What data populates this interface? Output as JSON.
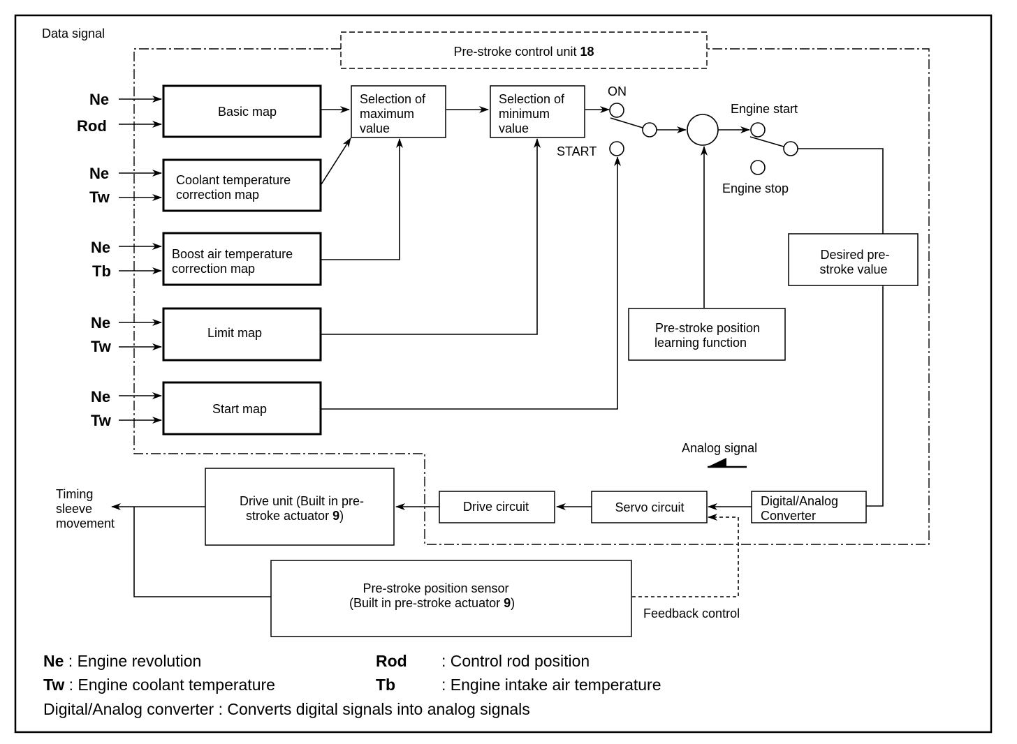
{
  "labels": {
    "data_signal": "Data signal",
    "control_unit": "Pre-stroke control unit",
    "control_unit_num": "18",
    "analog_signal": "Analog signal",
    "feedback": "Feedback control",
    "timing": [
      "Timing",
      "sleeve",
      "movement"
    ],
    "switch_on": "ON",
    "switch_start": "START",
    "engine_start": "Engine start",
    "engine_stop": "Engine stop"
  },
  "inputs": {
    "basic": [
      "Ne",
      "Rod"
    ],
    "coolant": [
      "Ne",
      "Tw"
    ],
    "boost": [
      "Ne",
      "Tb"
    ],
    "limit": [
      "Ne",
      "Tw"
    ],
    "start": [
      "Ne",
      "Tw"
    ]
  },
  "blocks": {
    "basic_map": [
      "Basic map"
    ],
    "coolant_map": [
      "Coolant temperature",
      "correction map"
    ],
    "boost_map": [
      "Boost air temperature",
      "correction map"
    ],
    "limit_map": [
      "Limit map"
    ],
    "start_map": [
      "Start map"
    ],
    "max_select": [
      "Selection of",
      "maximum",
      "value"
    ],
    "min_select": [
      "Selection of",
      "minimum",
      "value"
    ],
    "learning": [
      "Pre-stroke position",
      "learning function"
    ],
    "desired": [
      "Desired pre-",
      "stroke value"
    ],
    "dac": [
      "Digital/Analog",
      "Converter"
    ],
    "servo": [
      "Servo circuit"
    ],
    "drive_circuit": [
      "Drive circuit"
    ],
    "drive_unit_1": "Drive unit (Built in pre-",
    "drive_unit_2": "stroke actuator",
    "drive_unit_num": "9",
    "sensor_1": "Pre-stroke position sensor",
    "sensor_2": "(Built in pre-stroke actuator",
    "sensor_num": "9"
  },
  "legend": {
    "ne_key": "Ne",
    "ne_desc": " : Engine revolution",
    "tw_key": "Tw",
    "tw_desc": " : Engine coolant temperature",
    "rod_key": "Rod",
    "rod_desc": ": Control rod position",
    "tb_key": "Tb",
    "tb_desc": ": Engine intake air temperature",
    "dac_line": "Digital/Analog converter : Converts digital signals into analog signals"
  }
}
